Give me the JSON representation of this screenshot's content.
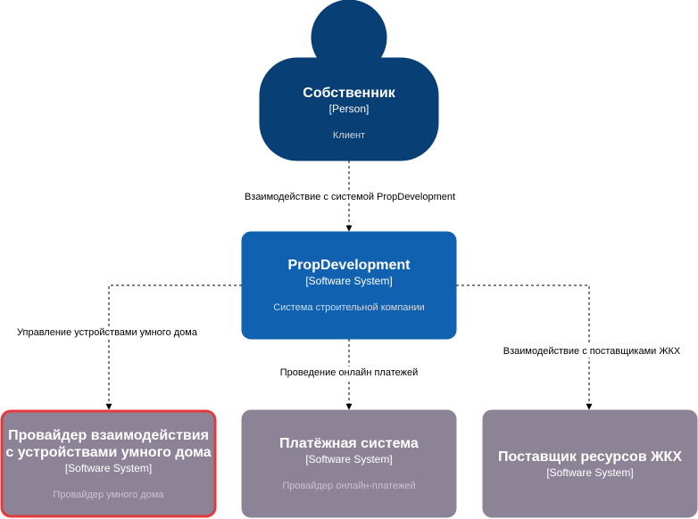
{
  "colors": {
    "person": "#083F75",
    "system": "#1061B0",
    "external": "#8C8496",
    "highlight": "#E8383D",
    "edge": "#000000"
  },
  "person": {
    "title": "Собственник",
    "type": "[Person]",
    "description": "Клиент"
  },
  "system": {
    "title": "PropDevelopment",
    "type": "[Software System]",
    "description": "Система строительной компании"
  },
  "external_systems": [
    {
      "title": "Провайдер взаимодействия с устройствами умного дома",
      "type": "[Software System]",
      "description": "Провайдер умного дома"
    },
    {
      "title": "Платёжная система",
      "type": "[Software System]",
      "description": "Провайдер онлайн-платежей"
    },
    {
      "title": "Поставщик ресурсов ЖКХ",
      "type": "[Software System]",
      "description": ""
    }
  ],
  "relations": [
    {
      "label": "Взаимодействие с системой PropDevelopment"
    },
    {
      "label": "Управление устройствами умного дома"
    },
    {
      "label": "Проведение онлайн платежей"
    },
    {
      "label": "Взаимодействие с поставщиками ЖКХ"
    }
  ]
}
